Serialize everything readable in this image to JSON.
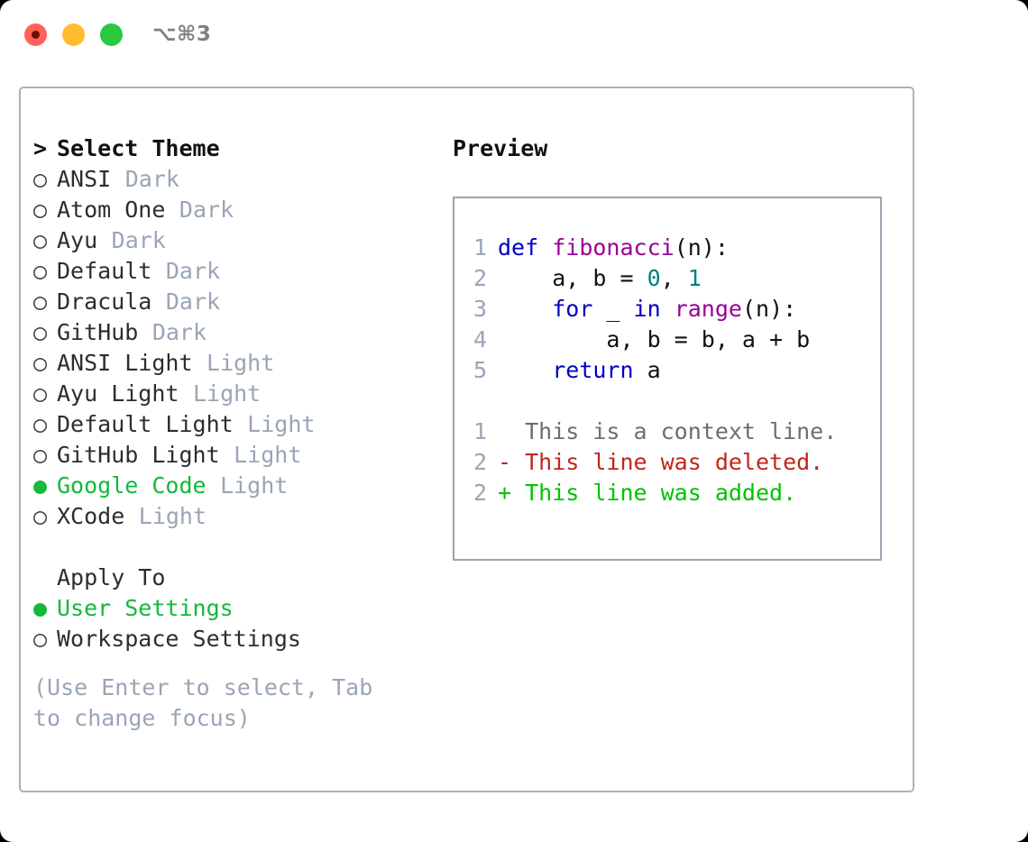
{
  "window": {
    "shortcut": "⌥⌘3",
    "traffic_lights": [
      {
        "name": "close",
        "color": "#ff6159"
      },
      {
        "name": "minimize",
        "color": "#ffbd2e"
      },
      {
        "name": "maximize",
        "color": "#28c93f"
      }
    ]
  },
  "theme_panel": {
    "header": "Select Theme",
    "header_marker": ">",
    "bullet_selected": "●",
    "bullet_unselected": "○",
    "themes": [
      {
        "name": "ANSI",
        "kind": "Dark",
        "selected": false
      },
      {
        "name": "Atom One",
        "kind": "Dark",
        "selected": false
      },
      {
        "name": "Ayu",
        "kind": "Dark",
        "selected": false
      },
      {
        "name": "Default",
        "kind": "Dark",
        "selected": false
      },
      {
        "name": "Dracula",
        "kind": "Dark",
        "selected": false
      },
      {
        "name": "GitHub",
        "kind": "Dark",
        "selected": false
      },
      {
        "name": "ANSI Light",
        "kind": "Light",
        "selected": false
      },
      {
        "name": "Ayu Light",
        "kind": "Light",
        "selected": false
      },
      {
        "name": "Default Light",
        "kind": "Light",
        "selected": false
      },
      {
        "name": "GitHub Light",
        "kind": "Light",
        "selected": false
      },
      {
        "name": "Google Code",
        "kind": "Light",
        "selected": true
      },
      {
        "name": "XCode",
        "kind": "Light",
        "selected": false
      }
    ],
    "apply_to": {
      "label": "Apply To",
      "options": [
        {
          "name": "User Settings",
          "selected": true
        },
        {
          "name": "Workspace Settings",
          "selected": false
        }
      ]
    },
    "hint": "(Use Enter to select, Tab to change focus)"
  },
  "preview_panel": {
    "title": "Preview",
    "code_lines": [
      {
        "num": "1",
        "tokens": [
          {
            "t": "def ",
            "c": "kw"
          },
          {
            "t": "fibonacci",
            "c": "fn"
          },
          {
            "t": "(n):",
            "c": "plain"
          }
        ]
      },
      {
        "num": "2",
        "tokens": [
          {
            "t": "    a, b = ",
            "c": "plain"
          },
          {
            "t": "0",
            "c": "num"
          },
          {
            "t": ", ",
            "c": "plain"
          },
          {
            "t": "1",
            "c": "num"
          }
        ]
      },
      {
        "num": "3",
        "tokens": [
          {
            "t": "    ",
            "c": "plain"
          },
          {
            "t": "for",
            "c": "kw"
          },
          {
            "t": " _ ",
            "c": "plain"
          },
          {
            "t": "in",
            "c": "kw"
          },
          {
            "t": " ",
            "c": "plain"
          },
          {
            "t": "range",
            "c": "fn"
          },
          {
            "t": "(n):",
            "c": "plain"
          }
        ]
      },
      {
        "num": "4",
        "tokens": [
          {
            "t": "        a, b = b, a + b",
            "c": "plain"
          }
        ]
      },
      {
        "num": "5",
        "tokens": [
          {
            "t": "    ",
            "c": "plain"
          },
          {
            "t": "return",
            "c": "kw"
          },
          {
            "t": " a",
            "c": "plain"
          }
        ]
      }
    ],
    "diff_lines": [
      {
        "num": "1",
        "marker": " ",
        "text": "  This is a context line.",
        "kind": "ctx"
      },
      {
        "num": "2",
        "marker": "-",
        "text": "- This line was deleted.",
        "kind": "del"
      },
      {
        "num": "2",
        "marker": "+",
        "text": "+ This line was added.",
        "kind": "add"
      }
    ]
  },
  "colors": {
    "accent_green": "#14b83c",
    "muted": "#9aa5b5",
    "border": "#aab2c0",
    "keyword": "#0000c0",
    "function": "#990099",
    "number": "#008080",
    "diff_delete": "#c0261a",
    "diff_add": "#00c300",
    "diff_context": "#6e6e6e"
  }
}
